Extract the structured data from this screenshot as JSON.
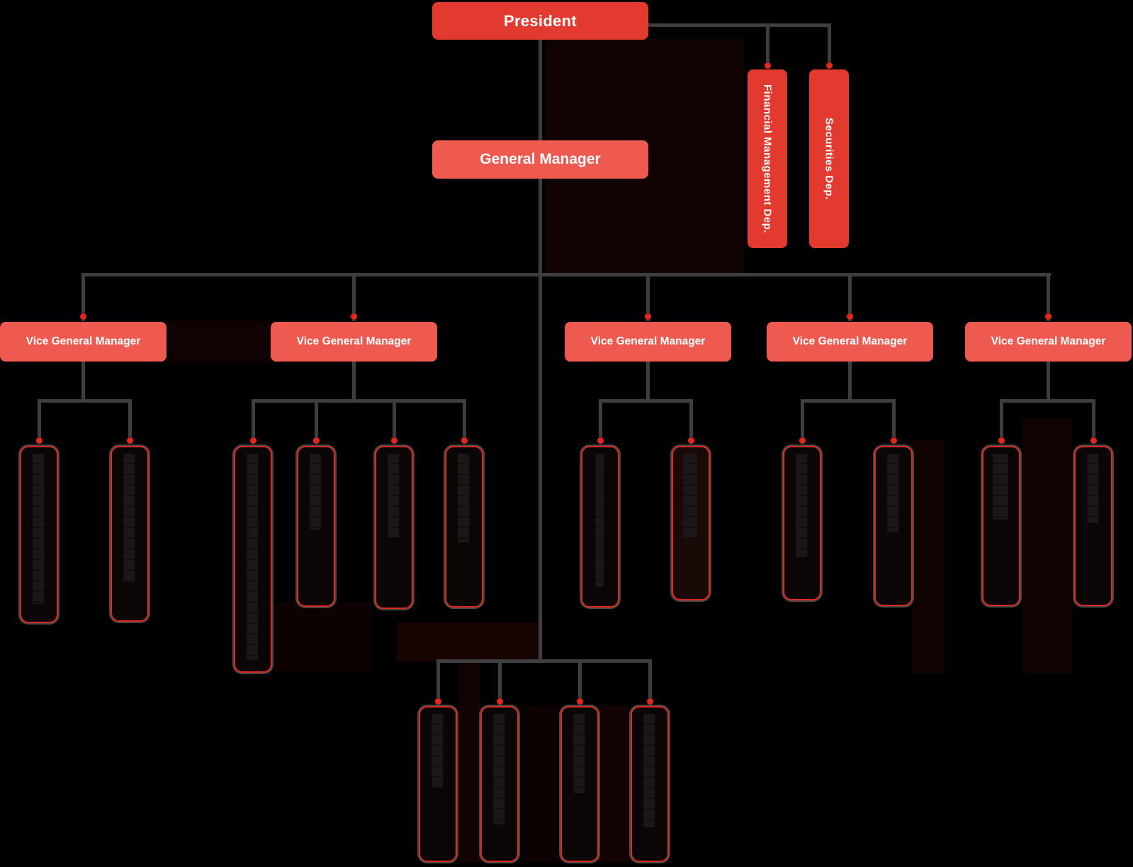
{
  "colors": {
    "background": "#000000",
    "primary_red": "#e23a2e",
    "salmon_red": "#ee5a50",
    "connector_gray": "#3e3e3e",
    "accent_red": "#e0281e",
    "child_fill": "#0a0606"
  },
  "nodes": {
    "president": {
      "label": "President"
    },
    "general_manager": {
      "label": "General Manager"
    },
    "staff_departments": [
      {
        "label": "Financial Management Dep."
      },
      {
        "label": "Securities Dep."
      }
    ],
    "vice_general_managers": [
      {
        "label": "Vice General Manager"
      },
      {
        "label": "Vice General Manager"
      },
      {
        "label": "Vice General Manager"
      },
      {
        "label": "Vice General Manager"
      },
      {
        "label": "Vice General Manager"
      }
    ],
    "sub_department_boxes": {
      "under_vice_general_managers": [
        2,
        4,
        2,
        2,
        2
      ],
      "under_general_manager": 4
    }
  }
}
